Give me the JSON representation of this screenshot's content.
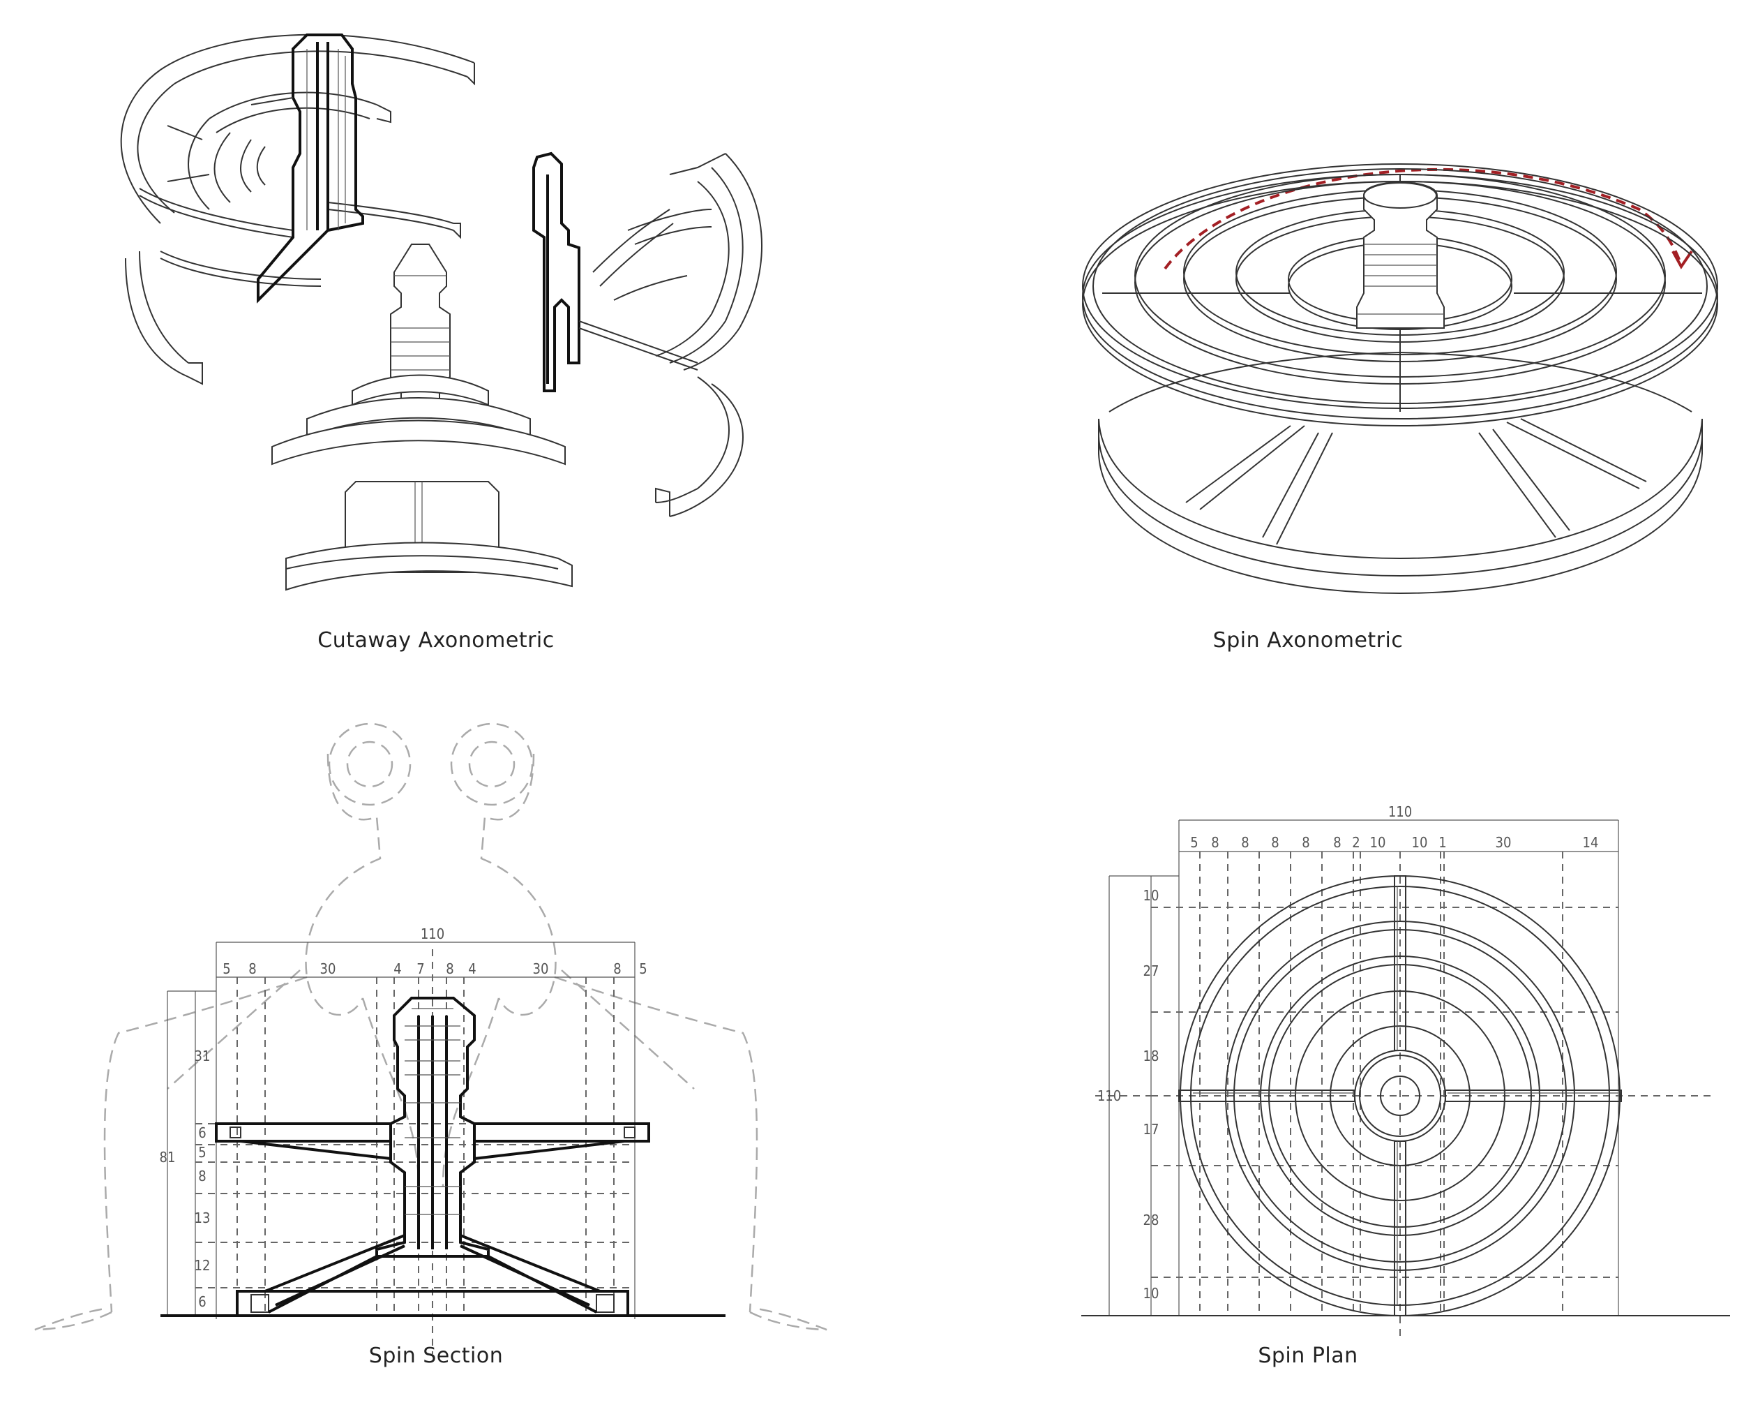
{
  "captions": {
    "cutaway": "Cutaway Axonometric",
    "spin_axo": "Spin Axonometric",
    "section": "Spin Section",
    "plan": "Spin Plan"
  },
  "section_dims": {
    "overall_width": "110",
    "top_row": [
      "5",
      "8",
      "30",
      "4",
      "7",
      "8",
      "4",
      "30",
      "8",
      "5"
    ],
    "overall_height": "81",
    "left_col": [
      "31",
      "6",
      "5",
      "8",
      "13",
      "12",
      "6"
    ]
  },
  "plan_dims": {
    "overall_width": "110",
    "top_row": [
      "5",
      "8",
      "8",
      "8",
      "8",
      "8",
      "2",
      "10",
      "10",
      "1",
      "30",
      "14"
    ],
    "overall_height": "110",
    "left_col": [
      "10",
      "27",
      "18",
      "17",
      "28",
      "10"
    ]
  },
  "colors": {
    "arrow": "#a31f24",
    "line": "#333333",
    "ghost": "#aaaaaa"
  }
}
